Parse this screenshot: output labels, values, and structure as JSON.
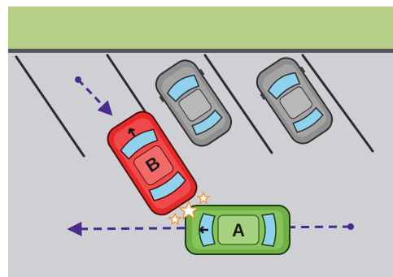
{
  "diagram": {
    "cars": [
      {
        "id": "car-b",
        "label": "B",
        "role": "parking",
        "color": "#e4292b"
      },
      {
        "id": "car-a",
        "label": "A",
        "role": "passing",
        "color": "#6fb146"
      }
    ],
    "parked_car_color": "#9a9a9a",
    "grass_color": "#b5cf87",
    "asphalt_color": "#cfd0d4",
    "path_color": "#4a2b8c"
  }
}
